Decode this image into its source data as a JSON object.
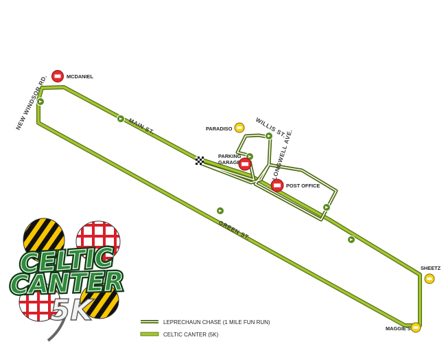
{
  "colors": {
    "route_5k": "#a5c630",
    "route_5k_outline": "#4f6b12",
    "fun_run": "#c7b24a",
    "marker_red": "#e42c2f",
    "marker_yellow": "#f7d117",
    "mile_marker": "#5a8a1e",
    "logo_green": "#2e8b3a",
    "logo_dark": "#0f3d16"
  },
  "streets": {
    "new_windsor": "NEW WINDSOR RD.",
    "main": "MAIN ST.",
    "green": "GREEN ST.",
    "willis": "WILLIS ST.",
    "longwell": "LONGWELL AVE."
  },
  "landmarks": {
    "mcdaniel": {
      "label": "MCDANIEL",
      "icon": "red-circle-icon"
    },
    "paradiso": {
      "label": "PARADISO",
      "icon": "yellow-circle-icon"
    },
    "parking_garage_line1": "PARKING",
    "parking_garage_line2": "GARAGE",
    "post_office": {
      "label": "POST OFFICE",
      "icon": "red-circle-icon"
    },
    "sheetz": {
      "label": "SHEETZ",
      "icon": "yellow-circle-icon"
    },
    "maggies": {
      "label": "MAGGIE'S",
      "icon": "yellow-circle-icon"
    }
  },
  "legend": {
    "fun_run": "LEPRECHAUN CHASE (1 MILE FUN RUN)",
    "celtic": "CELTIC CANTER (5K)"
  },
  "logo": {
    "line1": "CELTIC",
    "line2": "CANTER",
    "line3": "5K"
  }
}
